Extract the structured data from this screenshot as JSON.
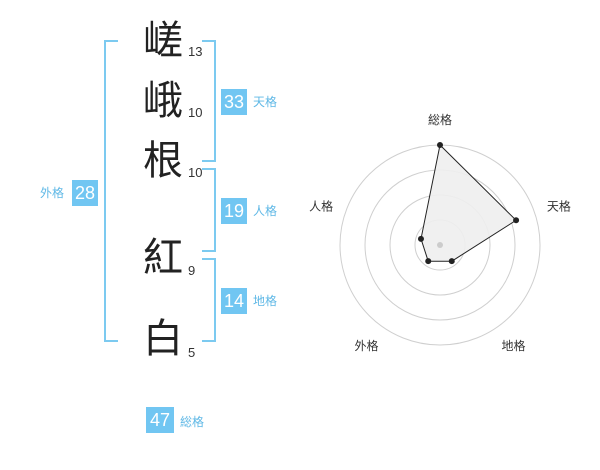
{
  "name_chars": [
    {
      "char": "嵯",
      "strokes": "13"
    },
    {
      "char": "峨",
      "strokes": "10"
    },
    {
      "char": "根",
      "strokes": "10"
    },
    {
      "char": "紅",
      "strokes": "9"
    },
    {
      "char": "白",
      "strokes": "5"
    }
  ],
  "scores": {
    "tenkaku": {
      "value": "33",
      "label": "天格"
    },
    "jinkaku": {
      "value": "19",
      "label": "人格"
    },
    "chikaku": {
      "value": "14",
      "label": "地格"
    },
    "gaikaku": {
      "value": "28",
      "label": "外格"
    },
    "soukaku": {
      "value": "47",
      "label": "総格"
    }
  },
  "colors": {
    "accent": "#71c6f2",
    "bracket": "#7ccaf0",
    "polygon_fill": "#eeeeee"
  },
  "chart_data": {
    "type": "radar",
    "axes": [
      "総格",
      "天格",
      "地格",
      "外格",
      "人格"
    ],
    "values": [
      5,
      4,
      1,
      1,
      1
    ],
    "scale_max": 5,
    "rings": 4
  }
}
